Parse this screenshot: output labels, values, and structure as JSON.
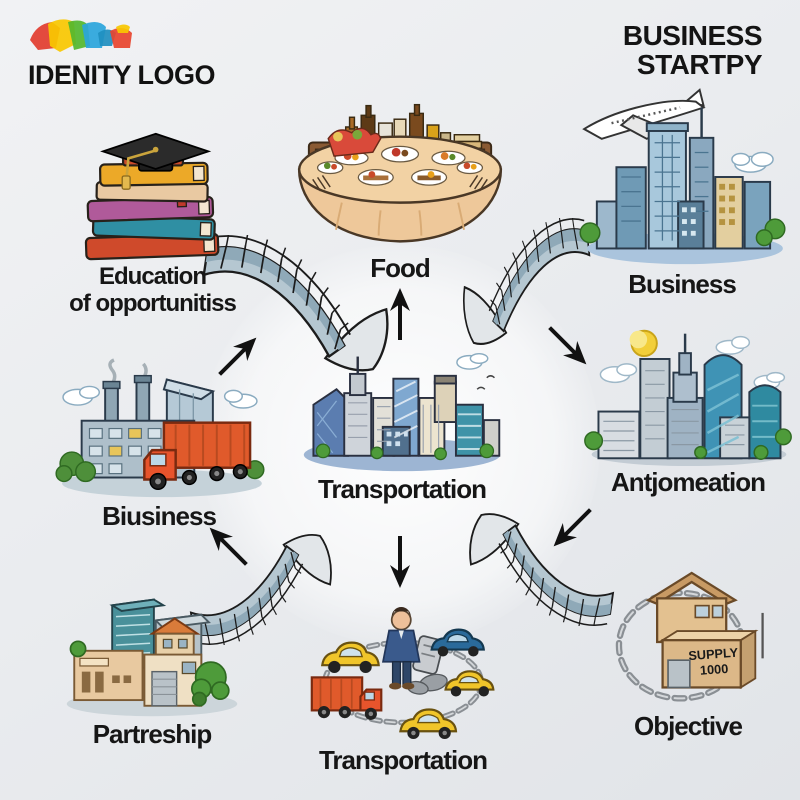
{
  "header": {
    "logo_text": "IDENITY LOGO",
    "brand_line1": "BUSINESS",
    "brand_line2": "STARTPY"
  },
  "diagram": {
    "education": {
      "label_line1": "Education",
      "label_line2": "of opportunitiss"
    },
    "food": {
      "label": "Food"
    },
    "business": {
      "label": "Business"
    },
    "biusiness": {
      "label": "Biusiness"
    },
    "center_transportation": {
      "label": "Transportation"
    },
    "antjomeation": {
      "label": "Antjomeation"
    },
    "partreship": {
      "label": "Partreship"
    },
    "bottom_transportation": {
      "label": "Transportation"
    },
    "objective": {
      "label": "Objective",
      "supply_line1": "SUPPLY",
      "supply_line2": "1000"
    }
  },
  "icons": {
    "logo": "colorful-blob-logo",
    "education": "books-with-graduation-cap",
    "food": "banquet-table",
    "business": "airplane-over-city",
    "biusiness": "factory-with-truck",
    "center_transportation": "city-skyline",
    "antjomeation": "city-with-crescent-moon",
    "partreship": "town-buildings",
    "bottom_transportation": "man-with-vehicles-chain-loop",
    "objective": "supply-warehouse-with-chain-circle",
    "connector": "bridge-swoosh",
    "arrows": [
      "up",
      "up-right",
      "down-right",
      "down-left",
      "down",
      "up-left"
    ]
  },
  "colors": {
    "background_light": "#f1f2f4",
    "background_dark": "#e1e4e8",
    "text": "#161616",
    "bridge": "#b5c7d1",
    "accent_red": "#e8442e",
    "accent_yellow": "#f6c21a",
    "accent_green": "#4cae2f",
    "accent_blue": "#2aa5dc"
  }
}
